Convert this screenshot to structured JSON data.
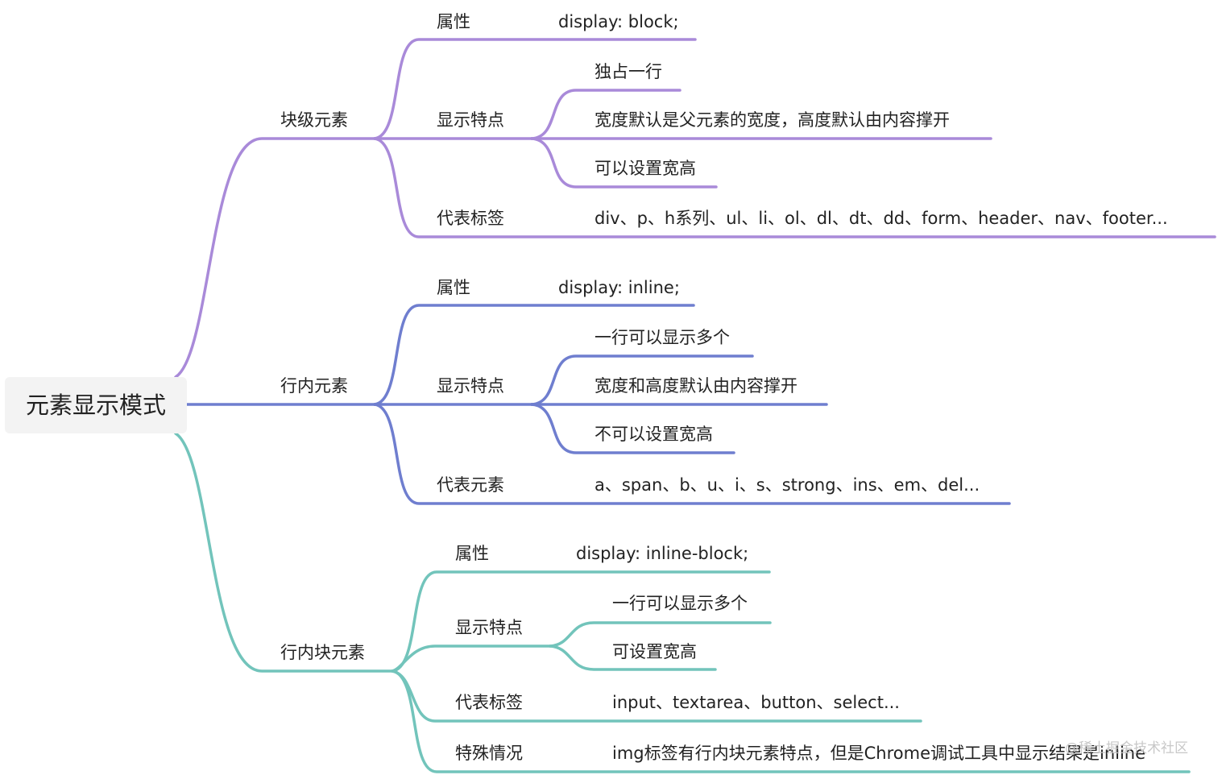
{
  "root": "元素显示模式",
  "colors": {
    "block": "#a98ad9",
    "inline": "#6f7ecf",
    "inline_block": "#72c4bb"
  },
  "block": {
    "title": "块级元素",
    "attr_label": "属性",
    "attr_value": "display: block;",
    "feature_label": "显示特点",
    "features": [
      "独占一行",
      "宽度默认是父元素的宽度，高度默认由内容撑开",
      "可以设置宽高"
    ],
    "tags_label": "代表标签",
    "tags_value": "div、p、h系列、ul、li、ol、dl、dt、dd、form、header、nav、footer..."
  },
  "inline": {
    "title": "行内元素",
    "attr_label": "属性",
    "attr_value": "display: inline;",
    "feature_label": "显示特点",
    "features": [
      "一行可以显示多个",
      "宽度和高度默认由内容撑开",
      "不可以设置宽高"
    ],
    "tags_label": "代表元素",
    "tags_value": "a、span、b、u、i、s、strong、ins、em、del..."
  },
  "inline_block": {
    "title": "行内块元素",
    "attr_label": "属性",
    "attr_value": "display: inline-block;",
    "feature_label": "显示特点",
    "features": [
      "一行可以显示多个",
      "可设置宽高"
    ],
    "tags_label": "代表标签",
    "tags_value": "input、textarea、button、select...",
    "special_label": "特殊情况",
    "special_value": "img标签有行内块元素特点，但是Chrome调试工具中显示结果是inline"
  },
  "watermark": "@稀土掘金技术社区"
}
